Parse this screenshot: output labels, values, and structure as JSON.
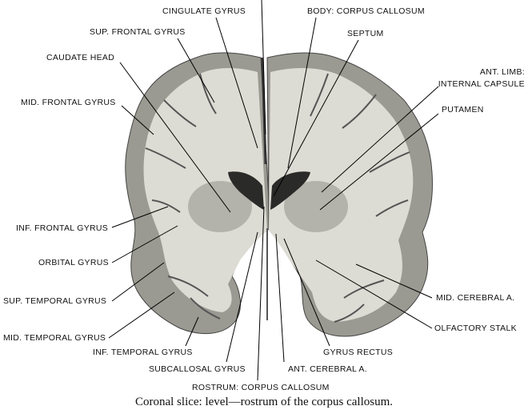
{
  "labels": {
    "cingulate_gyrus": "CINGULATE GYRUS",
    "body_corpus_callosum": "BODY: CORPUS CALLOSUM",
    "sup_frontal_gyrus": "SUP. FRONTAL GYRUS",
    "septum": "SEPTUM",
    "caudate_head": "CAUDATE HEAD",
    "ant_limb_internal_capsule_1": "ANT. LIMB:",
    "ant_limb_internal_capsule_2": "INTERNAL CAPSULE",
    "mid_frontal_gyrus": "MID. FRONTAL GYRUS",
    "putamen": "PUTAMEN",
    "inf_frontal_gyrus": "INF. FRONTAL GYRUS",
    "orbital_gyrus": "ORBITAL GYRUS",
    "sup_temporal_gyrus": "SUP. TEMPORAL GYRUS",
    "mid_cerebral_a": "MID. CEREBRAL A.",
    "mid_temporal_gyrus": "MID. TEMPORAL GYRUS",
    "olfactory_stalk": "OLFACTORY STALK",
    "inf_temporal_gyrus": "INF. TEMPORAL GYRUS",
    "gyrus_rectus": "GYRUS RECTUS",
    "subcallosal_gyrus": "SUBCALLOSAL GYRUS",
    "ant_cerebral_a": "ANT. CEREBRAL A.",
    "rostrum_corpus_callosum": "ROSTRUM: CORPUS CALLOSUM"
  },
  "caption": "Coronal slice: level—rostrum of the corpus callosum.",
  "colors": {
    "background": "#ffffff",
    "white_matter": "#dcdcd4",
    "grey_matter": "#9a9a92",
    "deep_nuclei": "#b3b3ab",
    "ventricle": "#2a2a28",
    "leader_line": "#000000"
  }
}
